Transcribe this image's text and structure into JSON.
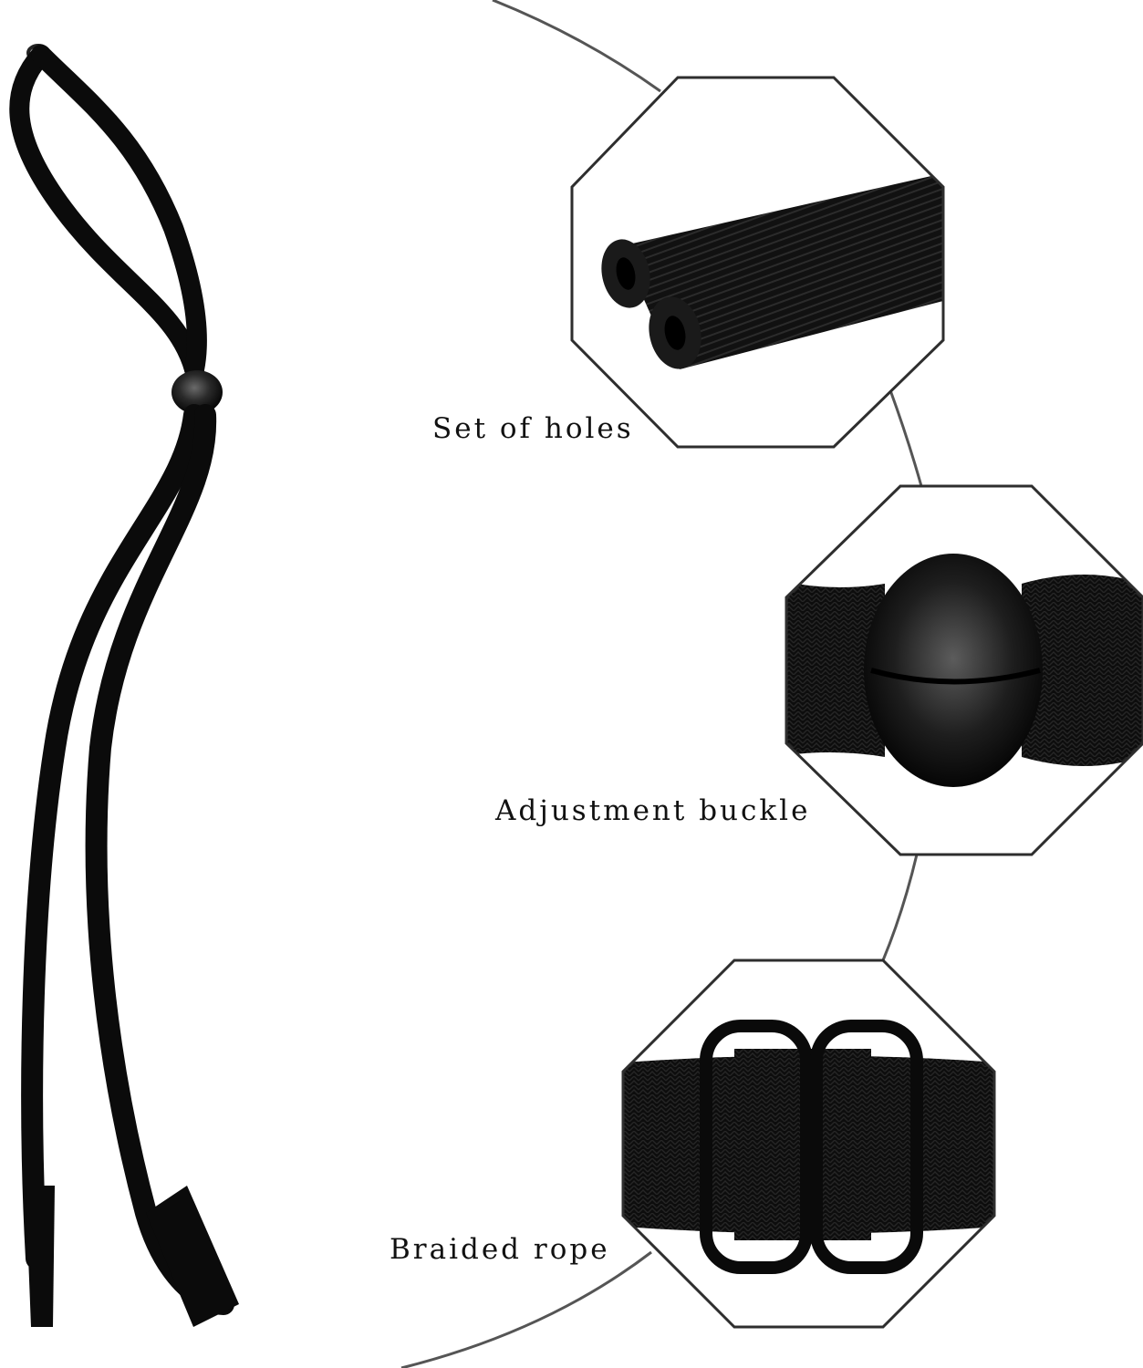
{
  "labels": {
    "holes": "Set of holes",
    "buckle": "Adjustment buckle",
    "rope": "Braided rope"
  },
  "colors": {
    "background": "#ffffff",
    "cord": "#0b0b0b",
    "frame": "#2e2e2e",
    "text": "#111111"
  }
}
